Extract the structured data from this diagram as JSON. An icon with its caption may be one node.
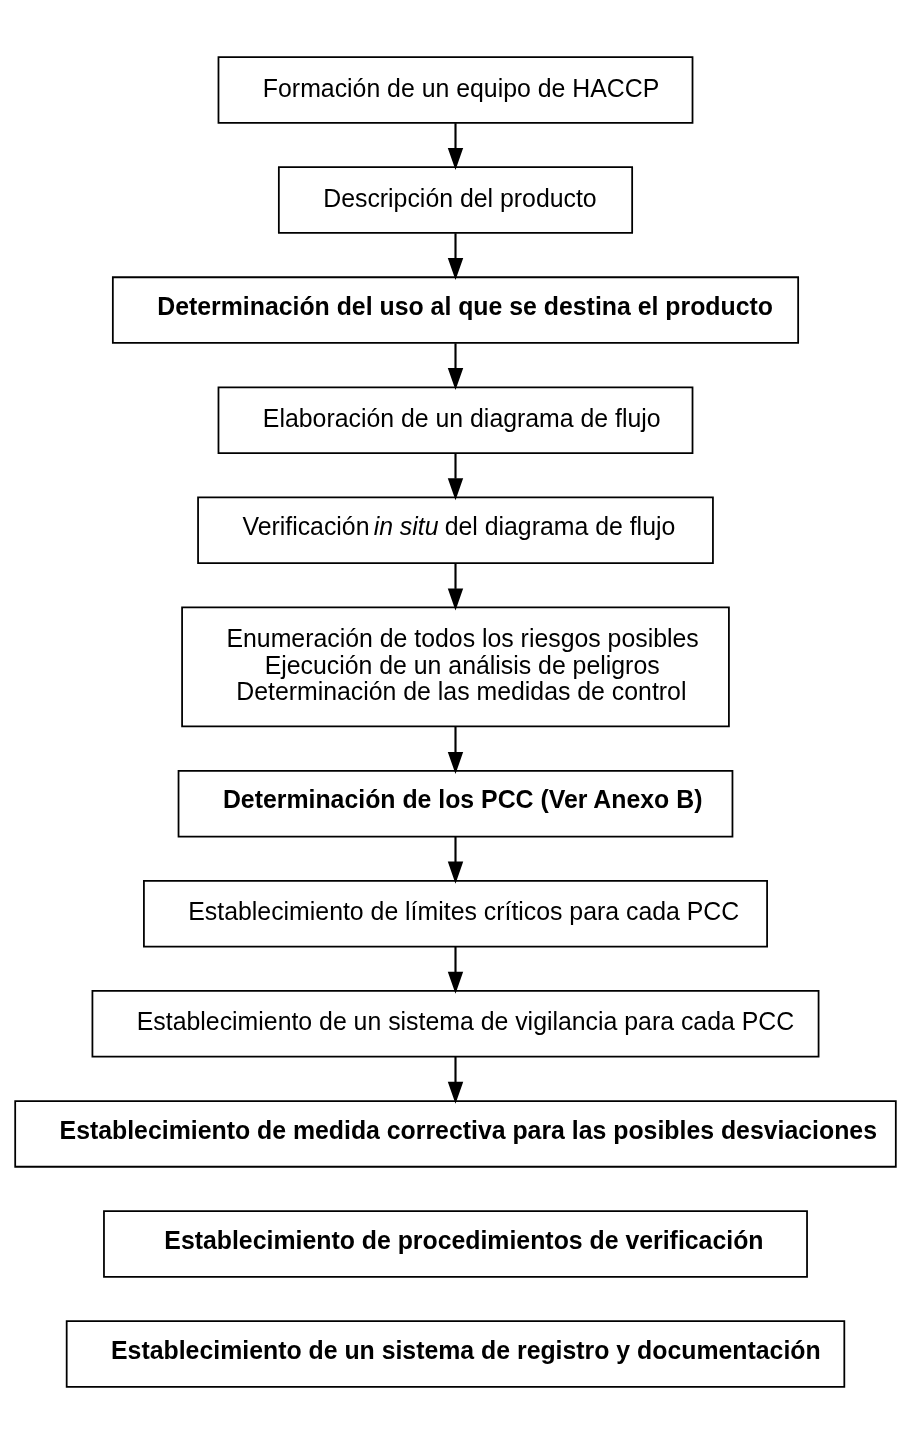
{
  "diagram": {
    "nodes": [
      {
        "text": [
          "Formación de un equipo de HACCP"
        ]
      },
      {
        "text": [
          "Descripción del producto"
        ]
      },
      {
        "text": [
          "Determinación del uso al que se destina el producto"
        ]
      },
      {
        "text": [
          "Elaboración de un diagrama de flujo"
        ]
      },
      {
        "text": [
          "Verificación *in situ* del diagrama de flujo"
        ]
      },
      {
        "text": [
          "Enumeración de todos los riesgos posibles",
          "Ejecución de un análisis de peligros",
          "Determinación de las medidas de control"
        ]
      },
      {
        "text": [
          "Determinación de los PCC (Ver Anexo B)"
        ]
      },
      {
        "text": [
          "Establecimiento de límites críticos para cada PCC"
        ]
      },
      {
        "text": [
          "Establecimiento de un sistema de vigilancia para cada PCC"
        ]
      },
      {
        "text": [
          "Establecimiento de medida correctiva para las posibles desviaciones"
        ]
      },
      {
        "text": [
          "Establecimiento de procedimientos de verificación"
        ]
      },
      {
        "text": [
          "Establecimiento de un sistema de registro y documentación"
        ]
      }
    ],
    "edges": [
      {
        "from": 0,
        "to": 1,
        "arrow": "to"
      },
      {
        "from": 1,
        "to": 2,
        "arrow": "to"
      },
      {
        "from": 2,
        "to": 3,
        "arrow": "to"
      },
      {
        "from": 3,
        "to": 4,
        "arrow": "to"
      },
      {
        "from": 4,
        "to": 5,
        "arrow": "to"
      },
      {
        "from": 5,
        "to": 6,
        "arrow": "to"
      },
      {
        "from": 6,
        "to": 7,
        "arrow": "to"
      },
      {
        "from": 7,
        "to": 8,
        "arrow": "to"
      },
      {
        "from": 8,
        "to": 9,
        "arrow": "to"
      }
    ]
  }
}
